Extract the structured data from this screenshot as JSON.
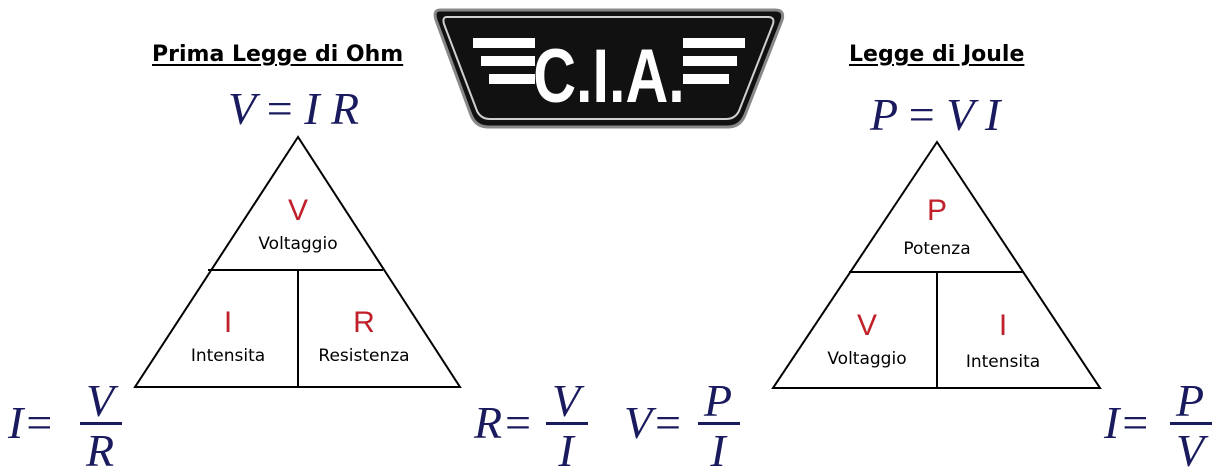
{
  "logo": {
    "text": "C.I.A."
  },
  "ohm": {
    "title": "Prima Legge di Ohm",
    "formula": {
      "lhs": "V",
      "eq": "=",
      "rhs": "I R"
    },
    "triangle": {
      "top": {
        "letter": "V",
        "word": "Voltaggio"
      },
      "bottom_left": {
        "letter": "I",
        "word": "Intensita"
      },
      "bottom_right": {
        "letter": "R",
        "word": "Resistenza"
      }
    },
    "frac_left": {
      "lhs": "I=",
      "num": "V",
      "den": "R"
    },
    "frac_right": {
      "lhs": "R=",
      "num": "V",
      "den": "I"
    }
  },
  "joule": {
    "title": "Legge di Joule",
    "formula": {
      "lhs": "P",
      "eq": "=",
      "rhs": "V I"
    },
    "triangle": {
      "top": {
        "letter": "P",
        "word": "Potenza"
      },
      "bottom_left": {
        "letter": "V",
        "word": "Voltaggio"
      },
      "bottom_right": {
        "letter": "I",
        "word": "Intensita"
      }
    },
    "frac_left": {
      "lhs": "V=",
      "num": "P",
      "den": "I"
    },
    "frac_right": {
      "lhs": "I=",
      "num": "P",
      "den": "V"
    }
  },
  "colors": {
    "letter_red": "#c0202a",
    "math_navy": "#1a1a5e"
  }
}
